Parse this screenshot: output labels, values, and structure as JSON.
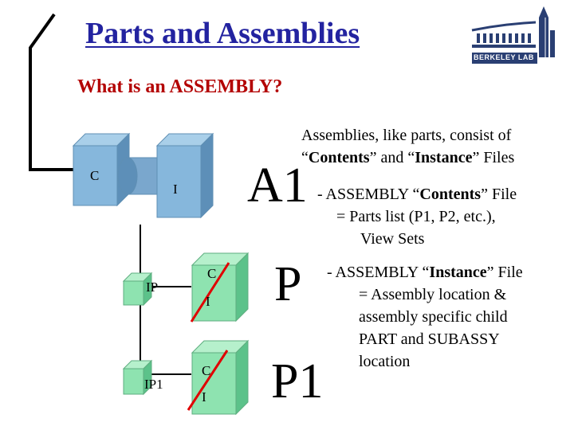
{
  "slide": {
    "title": "Parts and Assemblies",
    "subtitle": "What is an ASSEMBLY?",
    "intro": [
      "Assemblies, like parts, consist of",
      "“Contents” and “Instance” Files"
    ],
    "bullet_contents": [
      "- ASSEMBLY “Contents” File",
      "= Parts list (P1, P2, etc.),",
      "View Sets"
    ],
    "bullet_instance": [
      "- ASSEMBLY “Instance” File",
      "= Assembly location &",
      "assembly specific child",
      "PART and SUBASSY",
      "location"
    ]
  },
  "diagram": {
    "assembly_label": "A1",
    "part_label": "P",
    "part1_label": "P1",
    "tags": {
      "c": "C",
      "i": "I",
      "ip": "IP",
      "ip1": "IP1"
    }
  },
  "logo": {
    "text": "BERKELEY LAB"
  },
  "colors": {
    "title": "#2323a0",
    "subtitle": "#b30000",
    "cube_blue": "#7fb1d6",
    "cube_green": "#8ee3b0",
    "strike": "#e00000"
  }
}
